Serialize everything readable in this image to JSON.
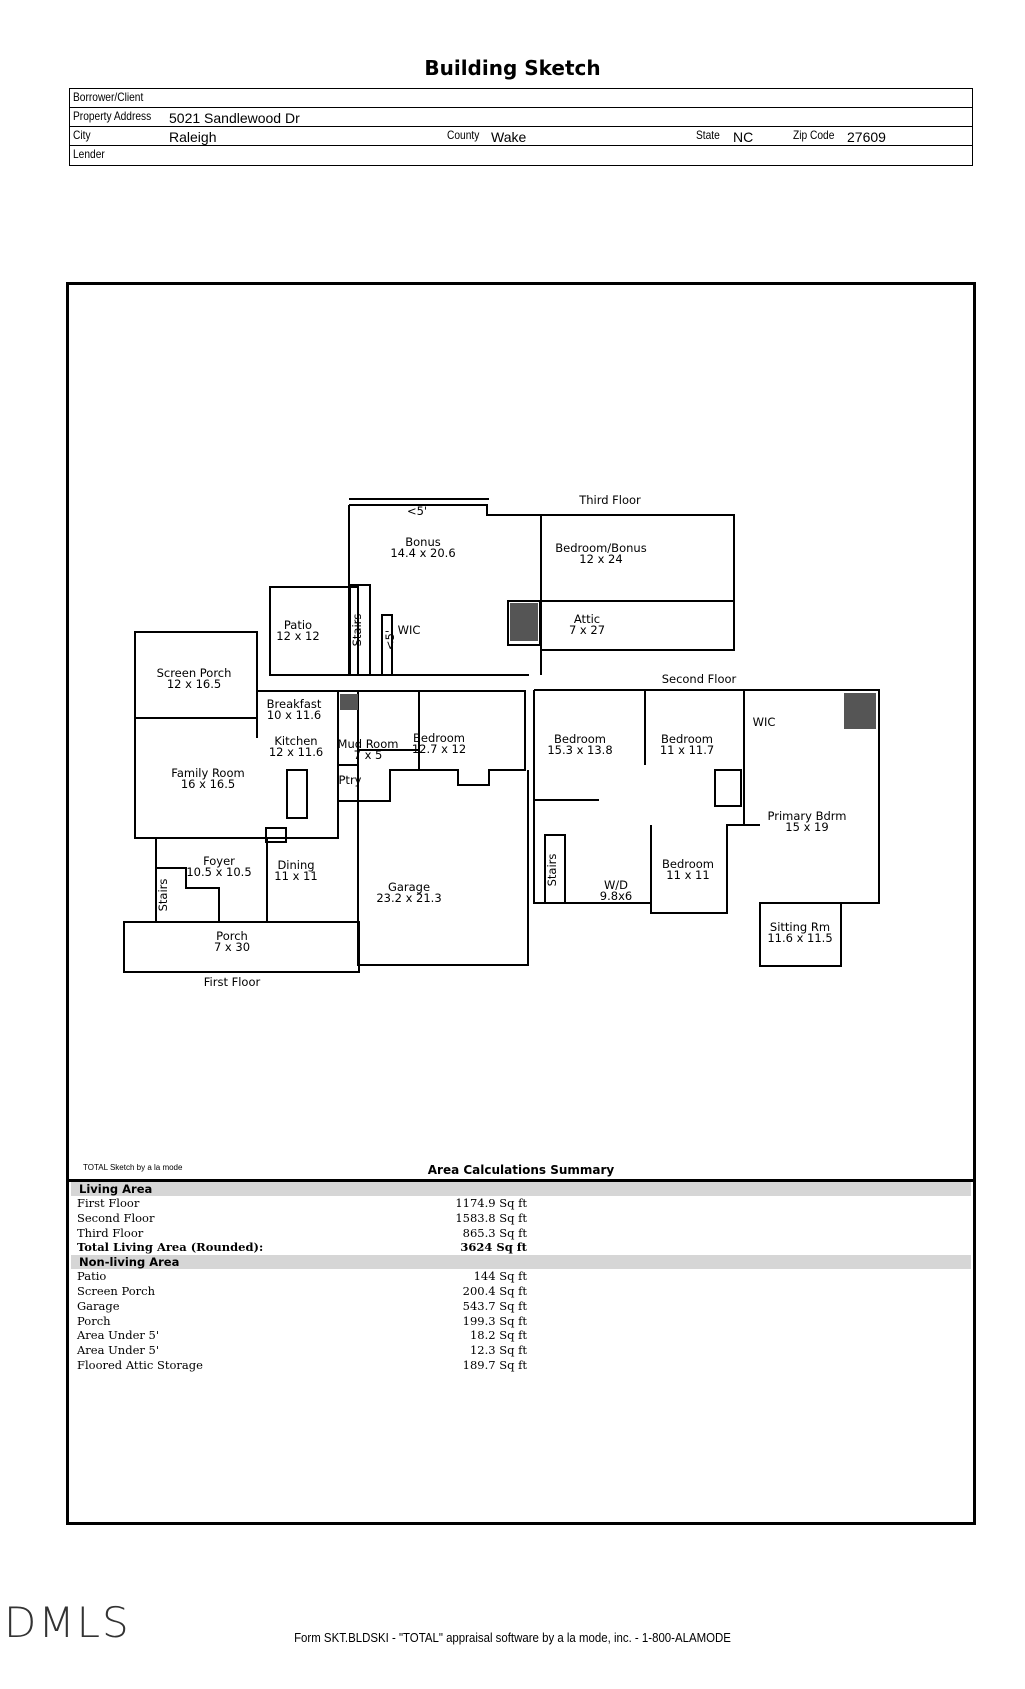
{
  "title": "Building Sketch",
  "info": {
    "borrower_label": "Borrower/Client",
    "borrower": "",
    "address_label": "Property Address",
    "address": "5021 Sandlewood Dr",
    "city_label": "City",
    "city": "Raleigh",
    "county_label": "County",
    "county": "Wake",
    "state_label": "State",
    "state": "NC",
    "zip_label": "Zip Code",
    "zip": "27609",
    "lender_label": "Lender",
    "lender": ""
  },
  "floor_labels": {
    "first": "First Floor",
    "second": "Second Floor",
    "third": "Third Floor"
  },
  "rooms": {
    "screen_porch": [
      "Screen Porch",
      "12 x 16.5"
    ],
    "patio": [
      "Patio",
      "12 x 12"
    ],
    "breakfast": [
      "Breakfast",
      "10 x 11.6"
    ],
    "kitchen": [
      "Kitchen",
      "12 x 11.6"
    ],
    "family": [
      "Family Room",
      "16 x 16.5"
    ],
    "mud": [
      "Mud Room",
      "7 x 5"
    ],
    "ptry": [
      "Ptry"
    ],
    "bed1": [
      "Bedroom",
      "12.7 x 12"
    ],
    "foyer": [
      "Foyer",
      "10.5 x 10.5"
    ],
    "dining": [
      "Dining",
      "11 x 11"
    ],
    "garage": [
      "Garage",
      "23.2 x 21.3"
    ],
    "porch": [
      "Porch",
      "7 x 30"
    ],
    "stairs": "Stairs",
    "bonus": [
      "Bonus",
      "14.4 x 20.6"
    ],
    "under5_top": "<5'",
    "under5_side": "<5'",
    "bed_bonus": [
      "Bedroom/Bonus",
      "12 x 24"
    ],
    "wic": "WIC",
    "attic": [
      "Attic",
      "7 x 27"
    ],
    "bed2": [
      "Bedroom",
      "15.3 x 13.8"
    ],
    "bed3": [
      "Bedroom",
      "11 x 11.7"
    ],
    "wic2": "WIC",
    "primary": [
      "Primary Bdrm",
      "15 x 19"
    ],
    "wd": [
      "W/D",
      "9.8x6"
    ],
    "bed4": [
      "Bedroom",
      "11 x 11"
    ],
    "sitting": [
      "Sitting Rm",
      "11.6 x 11.5"
    ]
  },
  "credit": "TOTAL Sketch by a la mode",
  "summary": {
    "title": "Area Calculations Summary",
    "living_header": "Living Area",
    "living": [
      [
        "First Floor",
        "1174.9 Sq ft"
      ],
      [
        "Second Floor",
        "1583.8 Sq ft"
      ],
      [
        "Third Floor",
        "865.3 Sq ft"
      ]
    ],
    "total": [
      "Total Living Area (Rounded):",
      "3624 Sq ft"
    ],
    "nonliving_header": "Non-living Area",
    "nonliving": [
      [
        "Patio",
        "144 Sq ft"
      ],
      [
        "Screen Porch",
        "200.4 Sq ft"
      ],
      [
        "Garage",
        "543.7 Sq ft"
      ],
      [
        "Porch",
        "199.3 Sq ft"
      ],
      [
        "Area Under 5'",
        "18.2 Sq ft"
      ],
      [
        "Area Under 5'",
        "12.3 Sq ft"
      ],
      [
        "Floored Attic Storage",
        "189.7 Sq ft"
      ]
    ]
  },
  "watermark": "DMLS",
  "footer": "Form SKT.BLDSKI - \"TOTAL\" appraisal software by a la mode, inc. - 1-800-ALAMODE"
}
